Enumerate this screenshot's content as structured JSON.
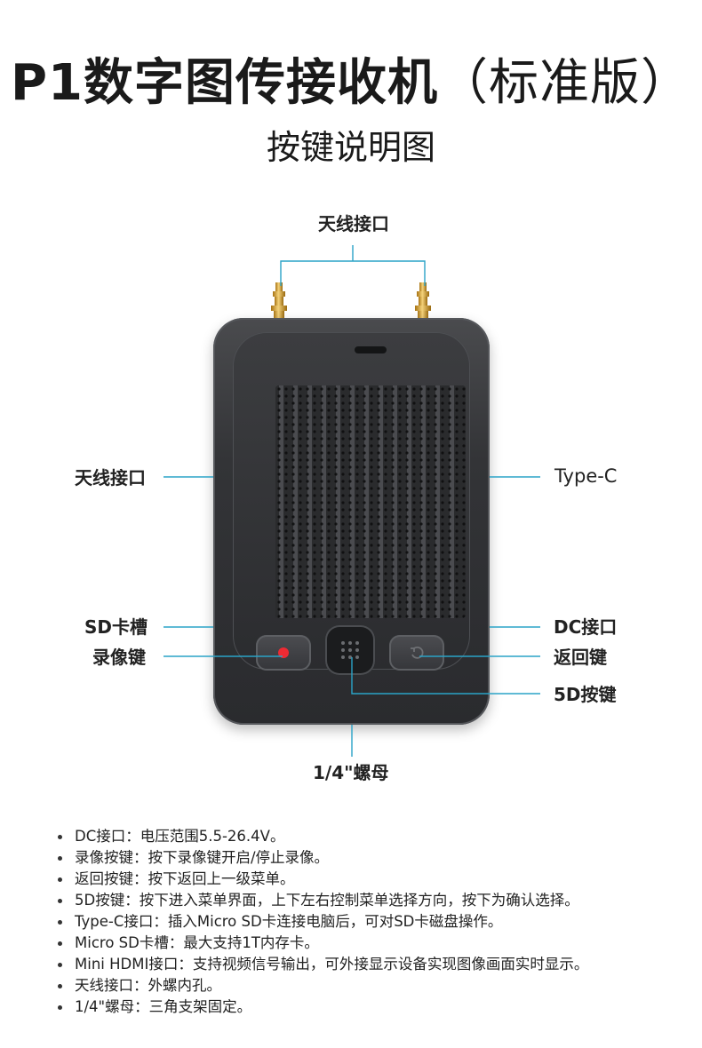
{
  "header": {
    "title_main": "P1数字图传接收机",
    "title_paren": "（标准版）",
    "subtitle": "按键说明图"
  },
  "callouts": {
    "antenna_top": "天线接口",
    "antenna_left": "天线接口",
    "typec": "Type-C",
    "sd_slot": "SD卡槽",
    "dc_port": "DC接口",
    "record_key": "录像键",
    "back_key": "返回键",
    "five_d_key": "5D按键",
    "nut": "1/4\"螺母"
  },
  "notes": [
    "DC接口：电压范围5.5-26.4V。",
    "录像按键：按下录像键开启/停止录像。",
    "返回按键：按下返回上一级菜单。",
    "5D按键：按下进入菜单界面，上下左右控制菜单选择方向，按下为确认选择。",
    "Type-C接口：插入Micro SD卡连接电脑后，可对SD卡磁盘操作。",
    "Micro SD卡槽：最大支持1T内存卡。",
    "Mini HDMI接口：支持视频信号输出，可外接显示设备实现图像画面实时显示。",
    "天线接口：外螺内孔。",
    "1/4\"螺母：三角支架固定。"
  ],
  "colors": {
    "leader_line": "#2aa3c7",
    "record_dot": "#ee2a33",
    "antenna_gold": "#d9a33a"
  },
  "icons": {
    "record": "record-dot-icon",
    "back": "return-arrow-icon",
    "five_d": "five-way-joystick-icon"
  }
}
